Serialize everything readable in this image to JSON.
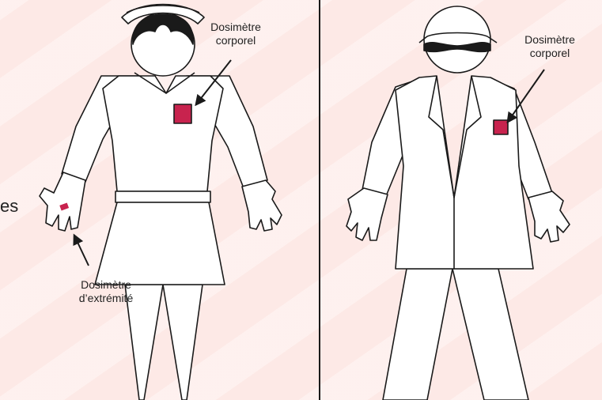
{
  "labels": {
    "nurse_body_dosimeter": [
      "Dosimètre",
      "corporel"
    ],
    "nurse_extremity_dosimeter": [
      "Dosimètre",
      "d’extrémité"
    ],
    "doctor_body_dosimeter": [
      "Dosimètre",
      "corporel"
    ],
    "left_edge_fragment": "es"
  },
  "colors": {
    "background": "#fde9e6",
    "outline": "#1a1a1a",
    "figure_fill": "#ffffff",
    "dosimeter": "#c8234e",
    "divider": "#1a1a1a"
  }
}
